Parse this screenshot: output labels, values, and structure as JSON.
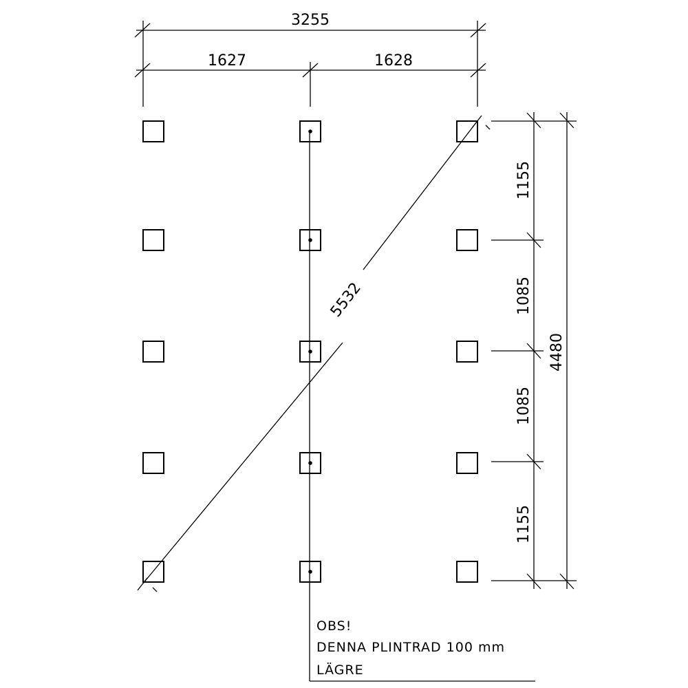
{
  "dimensions": {
    "total_width": "3255",
    "left_span": "1627",
    "right_span": "1628",
    "diagonal": "5532",
    "total_depth": "4480",
    "row_spacings": [
      "1155",
      "1085",
      "1085",
      "1155"
    ]
  },
  "note": {
    "line1": "OBS!",
    "line2": "DENNA PLINTRAD 100 mm",
    "line3": "LÄGRE"
  },
  "grid": {
    "columns": 3,
    "rows": 5,
    "lowered_column": 2
  }
}
